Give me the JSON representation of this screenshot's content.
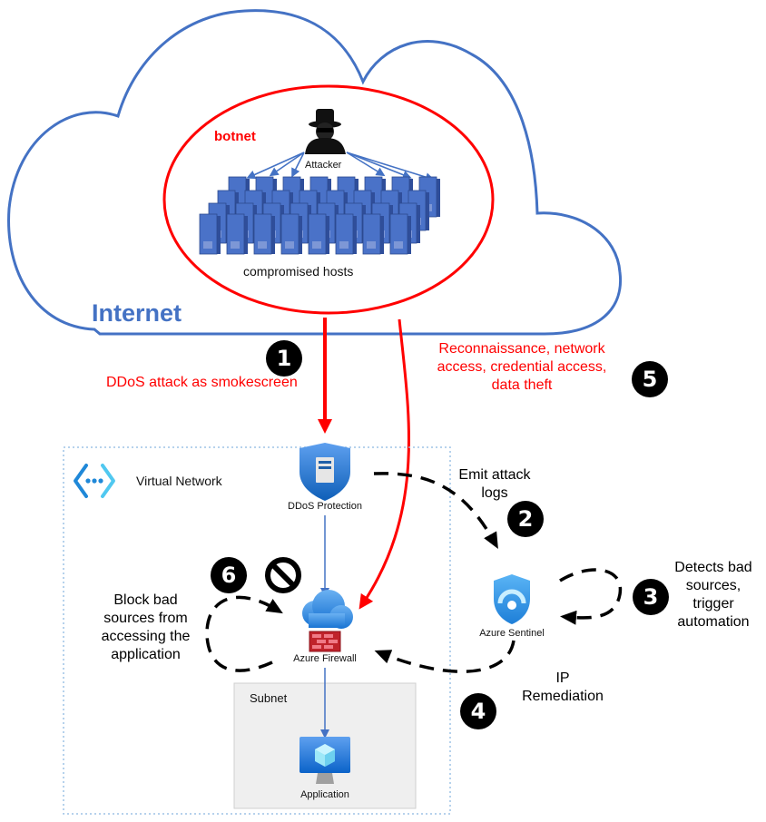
{
  "internet": {
    "label": "Internet",
    "botnet_label": "botnet",
    "attacker_label": "Attacker",
    "hosts_label": "compromised hosts"
  },
  "steps": [
    {
      "number": "1",
      "label": "DDoS attack as smokescreen"
    },
    {
      "number": "2",
      "label_lines": [
        "Emit attack",
        "logs"
      ]
    },
    {
      "number": "3",
      "label_lines": [
        "Detects bad",
        "sources,",
        "trigger",
        "automation"
      ]
    },
    {
      "number": "4",
      "label_lines": [
        "IP",
        "Remediation"
      ]
    },
    {
      "number": "5",
      "label_lines": [
        "Reconnaissance, network",
        "access, credential access,",
        "data theft"
      ]
    },
    {
      "number": "6",
      "label_lines": [
        "Block bad",
        "sources from",
        "accessing the",
        "application"
      ]
    }
  ],
  "vnet": {
    "label": "Virtual Network",
    "subnet_label": "Subnet"
  },
  "nodes": {
    "ddos": "DDoS Protection",
    "sentinel": "Azure Sentinel",
    "firewall": "Azure Firewall",
    "application": "Application"
  },
  "colors": {
    "cloud_outline": "#4472c4",
    "botnet_outline": "#ff0000",
    "attack_arrow": "#ff0000",
    "flow_arrow": "#4472c4",
    "subnet_fill": "#efefef",
    "vnet_border": "#9dc3e6"
  }
}
